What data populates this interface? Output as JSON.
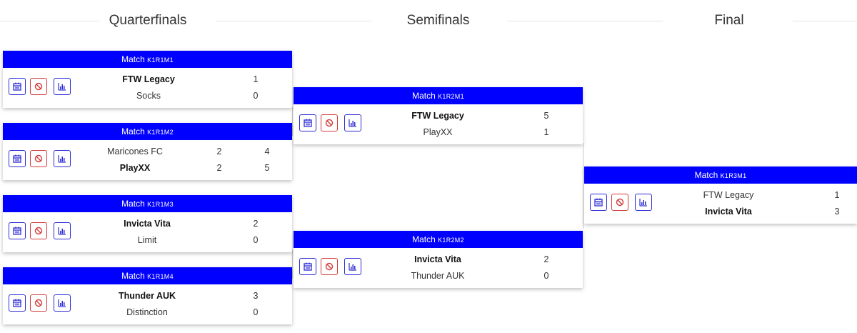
{
  "rounds": {
    "quarterfinals": "Quarterfinals",
    "semifinals": "Semifinals",
    "final": "Final"
  },
  "match_word": "Match",
  "matches": {
    "k1r1m1": {
      "code": "K1R1M1",
      "team1": "FTW Legacy",
      "score1": "1",
      "team2": "Socks",
      "score2": "0"
    },
    "k1r1m2": {
      "code": "K1R1M2",
      "team1": "Maricones FC",
      "score1a": "2",
      "score1b": "4",
      "team2": "PlayXX",
      "score2a": "2",
      "score2b": "5"
    },
    "k1r1m3": {
      "code": "K1R1M3",
      "team1": "Invicta Vita",
      "score1": "2",
      "team2": "Limit",
      "score2": "0"
    },
    "k1r1m4": {
      "code": "K1R1M4",
      "team1": "Thunder AUK",
      "score1": "3",
      "team2": "Distinction",
      "score2": "0"
    },
    "k1r2m1": {
      "code": "K1R2M1",
      "team1": "FTW Legacy",
      "score1": "5",
      "team2": "PlayXX",
      "score2": "1"
    },
    "k1r2m2": {
      "code": "K1R2M2",
      "team1": "Invicta Vita",
      "score1": "2",
      "team2": "Thunder AUK",
      "score2": "0"
    },
    "k1r3m1": {
      "code": "K1R3M1",
      "team1": "FTW Legacy",
      "score1": "1",
      "team2": "Invicta Vita",
      "score2": "3"
    }
  },
  "icons": [
    "calendar-icon",
    "ban-icon",
    "bar-chart-icon"
  ],
  "colors": {
    "header": "#0000ff",
    "icon_blue": "#2b2bd4",
    "icon_red": "#d43a3a"
  }
}
